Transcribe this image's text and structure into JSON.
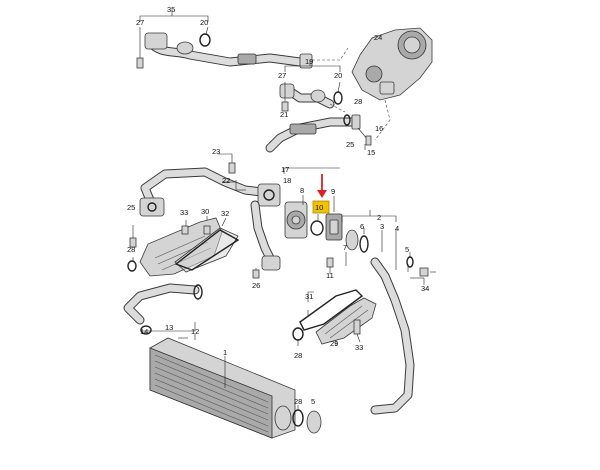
{
  "labels": {
    "l35": "35",
    "l27a": "27",
    "l20a": "20",
    "l24": "24",
    "l27b": "27",
    "l19": "19",
    "l20b": "20",
    "l28a": "28",
    "l21": "21",
    "l16": "16",
    "l25a": "25",
    "l15": "15",
    "l23": "23",
    "l22": "22",
    "l17": "17",
    "l18": "18",
    "l10": "10",
    "l9": "9",
    "l8": "8",
    "l25b": "25",
    "l33a": "33",
    "l30": "30",
    "l32": "32",
    "l2": "2",
    "l3": "3",
    "l4": "4",
    "l6": "6",
    "l7": "7",
    "l28b": "28",
    "l26": "26",
    "l11": "11",
    "l5": "5",
    "l34": "34",
    "l31": "31",
    "l14": "14",
    "l13": "13",
    "l12": "12",
    "l28c": "28",
    "l29": "29",
    "l33b": "33",
    "l1": "1",
    "l28d": "28",
    "l5b": "5"
  },
  "highlight": {
    "color": "#f2c200",
    "arrow_color": "#e02020"
  }
}
